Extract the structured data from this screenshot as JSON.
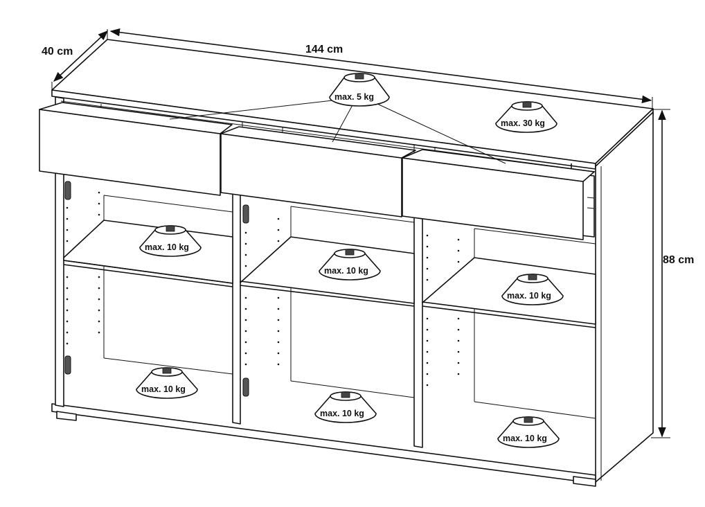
{
  "dimensions": {
    "width": "144 cm",
    "depth": "40 cm",
    "height": "88 cm"
  },
  "weights": {
    "drawers": "max. 5 kg",
    "top": "max. 30 kg",
    "upper_left_shelf": "max. 10 kg",
    "upper_middle_shelf": "max. 10 kg",
    "upper_right_shelf": "max. 10 kg",
    "bottom_left": "max. 10 kg",
    "bottom_middle": "max. 10 kg",
    "bottom_right": "max. 10 kg"
  }
}
